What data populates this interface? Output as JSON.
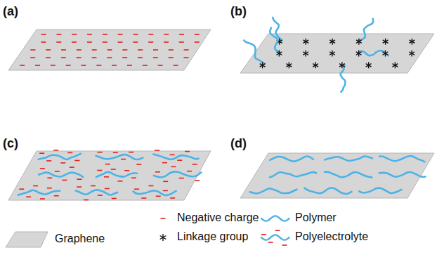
{
  "diagram": {
    "labels": [
      "(a)",
      "(b)",
      "(c)",
      "(d)"
    ],
    "legend": [
      {
        "text": "Negative charge"
      },
      {
        "text": "Polymer"
      },
      {
        "text": "Graphene"
      },
      {
        "text": "Linkage group"
      },
      {
        "text": "Polyelectrolyte"
      }
    ]
  }
}
